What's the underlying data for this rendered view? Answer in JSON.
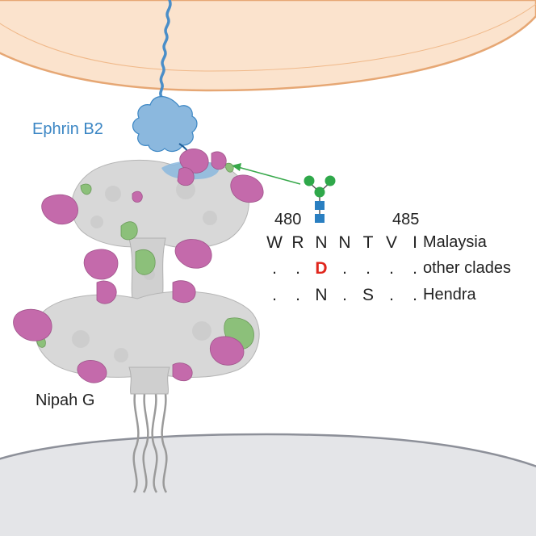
{
  "labels": {
    "ephrin": "Ephrin B2",
    "nipah": "Nipah G"
  },
  "alignment": {
    "start_pos": "480",
    "end_pos": "485",
    "rows": [
      {
        "name": "Malaysia",
        "residues": [
          "W",
          "R",
          "N",
          "N",
          "T",
          "V",
          "I"
        ]
      },
      {
        "name": "other clades",
        "residues": [
          ".",
          ".",
          "D",
          ".",
          ".",
          ".",
          "."
        ],
        "highlight_index": 2
      },
      {
        "name": "Hendra",
        "residues": [
          ".",
          ".",
          "N",
          ".",
          "S",
          ".",
          "."
        ]
      }
    ]
  },
  "colors": {
    "membrane_top": "#fbe3cd",
    "membrane_bottom": "#e4e5e8",
    "protein_surface": "#d8d8d8",
    "glycan_magenta": "#c46aab",
    "site_green": "#8cc07a",
    "ephrin_blue": "#8bb8de",
    "mannose_green": "#2fa84a",
    "glcnac_blue": "#2a7fc1",
    "mutation_red": "#e0261c",
    "arrow_green": "#37a84a"
  },
  "icons": {
    "glycan": "glycan-tree-icon"
  }
}
